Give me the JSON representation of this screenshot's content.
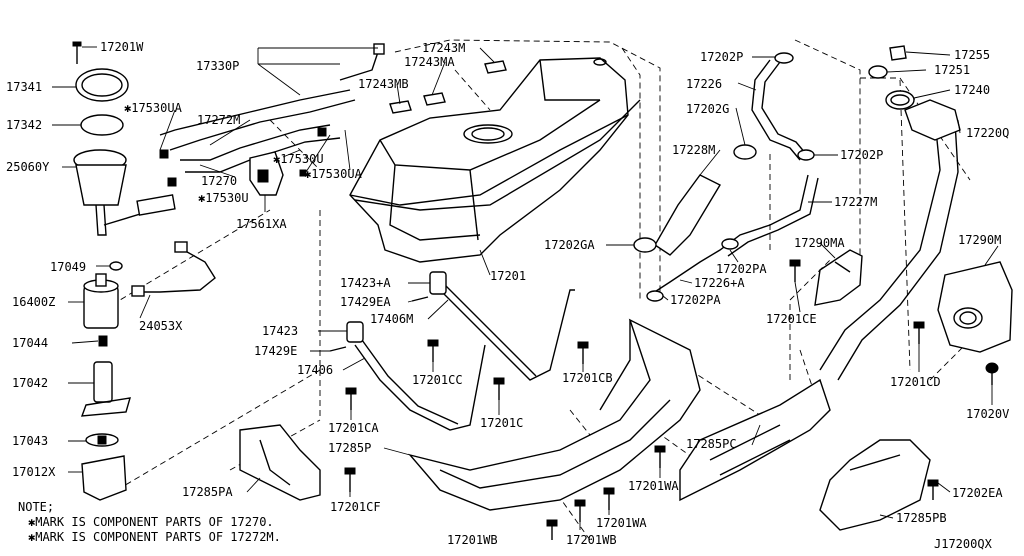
{
  "labels": {
    "17201W": "17201W",
    "17341": "17341",
    "17342": "17342",
    "25060Y": "25060Y",
    "17530UA_a": "✱17530UA",
    "17272M": "17272M",
    "17270": "17270",
    "17530U_a": "✱17530U",
    "17530U_b": "✱17530U",
    "17530UA_b": "✱17530UA",
    "17561XA": "17561XA",
    "17330P": "17330P",
    "17243MB": "17243MB",
    "17243MA": "17243MA",
    "17243M": "17243M",
    "17201": "17201",
    "17049": "17049",
    "16400Z": "16400Z",
    "24053X": "24053X",
    "17044": "17044",
    "17042": "17042",
    "17043": "17043",
    "17012X": "17012X",
    "17423A": "17423+A",
    "17429EA": "17429EA",
    "17406M": "17406M",
    "17423": "17423",
    "17429E": "17429E",
    "17406": "17406",
    "17201CC": "17201CC",
    "17201CB": "17201CB",
    "17201CA": "17201CA",
    "17201C": "17201C",
    "17285P": "17285P",
    "17285PA": "17285PA",
    "17201CF": "17201CF",
    "17201WB_a": "17201WB",
    "17201WB_b": "17201WB",
    "17201WA_a": "17201WA",
    "17201WA_b": "17201WA",
    "17285PC": "17285PC",
    "17202P_a": "17202P",
    "17226": "17226",
    "17202G": "17202G",
    "17228M": "17228M",
    "17202P_b": "17202P",
    "17227M": "17227M",
    "17202GA": "17202GA",
    "17202PA_a": "17202PA",
    "17226A": "17226+A",
    "17202PA_b": "17202PA",
    "17290MA": "17290MA",
    "17201CE": "17201CE",
    "17255": "17255",
    "17251": "17251",
    "17240": "17240",
    "17220Q": "17220Q",
    "17290M": "17290M",
    "17201CD": "17201CD",
    "17020V": "17020V",
    "17202EA": "17202EA",
    "17285PB": "17285PB",
    "J17200QX": "J17200QX"
  },
  "notes": {
    "title": "NOTE;",
    "line1": "✱MARK IS COMPONENT PARTS OF  17270.",
    "line2": "✱MARK IS COMPONENT PARTS OF  17272M."
  }
}
